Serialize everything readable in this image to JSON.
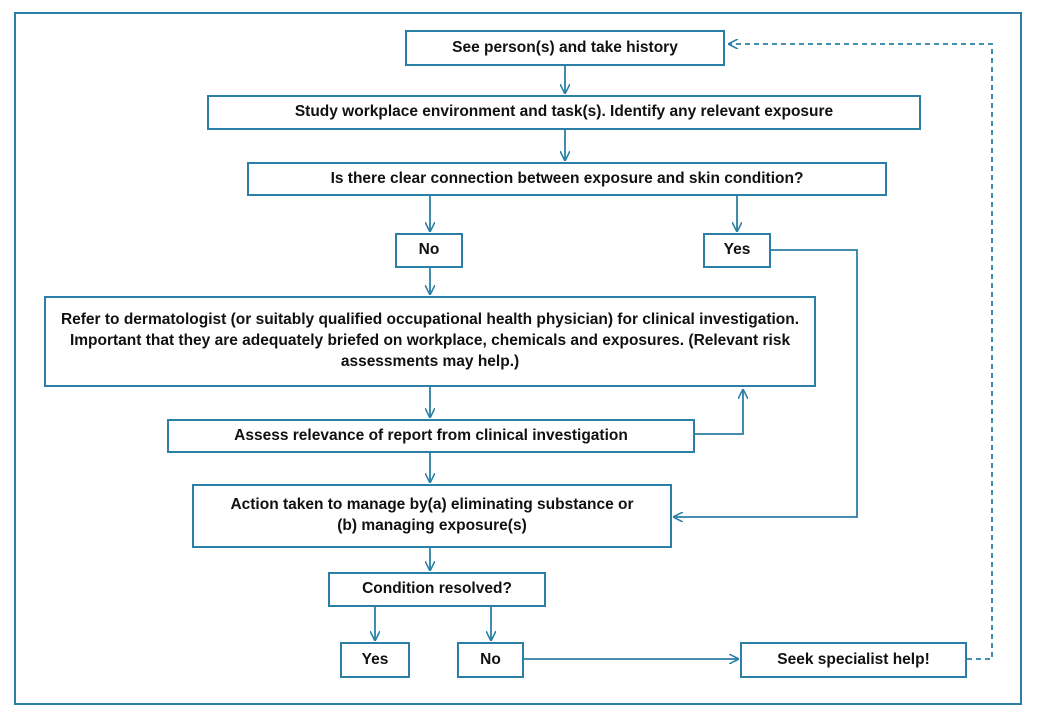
{
  "colors": {
    "border": "#2b7fa6",
    "text": "#111111"
  },
  "nodes": {
    "history": "See person(s) and take history",
    "workplace": "Study workplace environment and task(s). Identify any relevant exposure",
    "connection": "Is there clear connection between exposure and skin condition?",
    "no1": "No",
    "yes1": "Yes",
    "refer": "Refer to dermatologist (or suitably qualified occupational health physician) for clinical investigation. Important that they are adequately briefed on workplace, chemicals and exposures. (Relevant risk assessments may help.)",
    "assess": "Assess relevance of report from clinical investigation",
    "action": "Action taken to manage by(a) eliminating substance or (b) managing exposure(s)",
    "resolved": "Condition resolved?",
    "yes2": "Yes",
    "no2": "No",
    "specialist": "Seek specialist help!"
  }
}
